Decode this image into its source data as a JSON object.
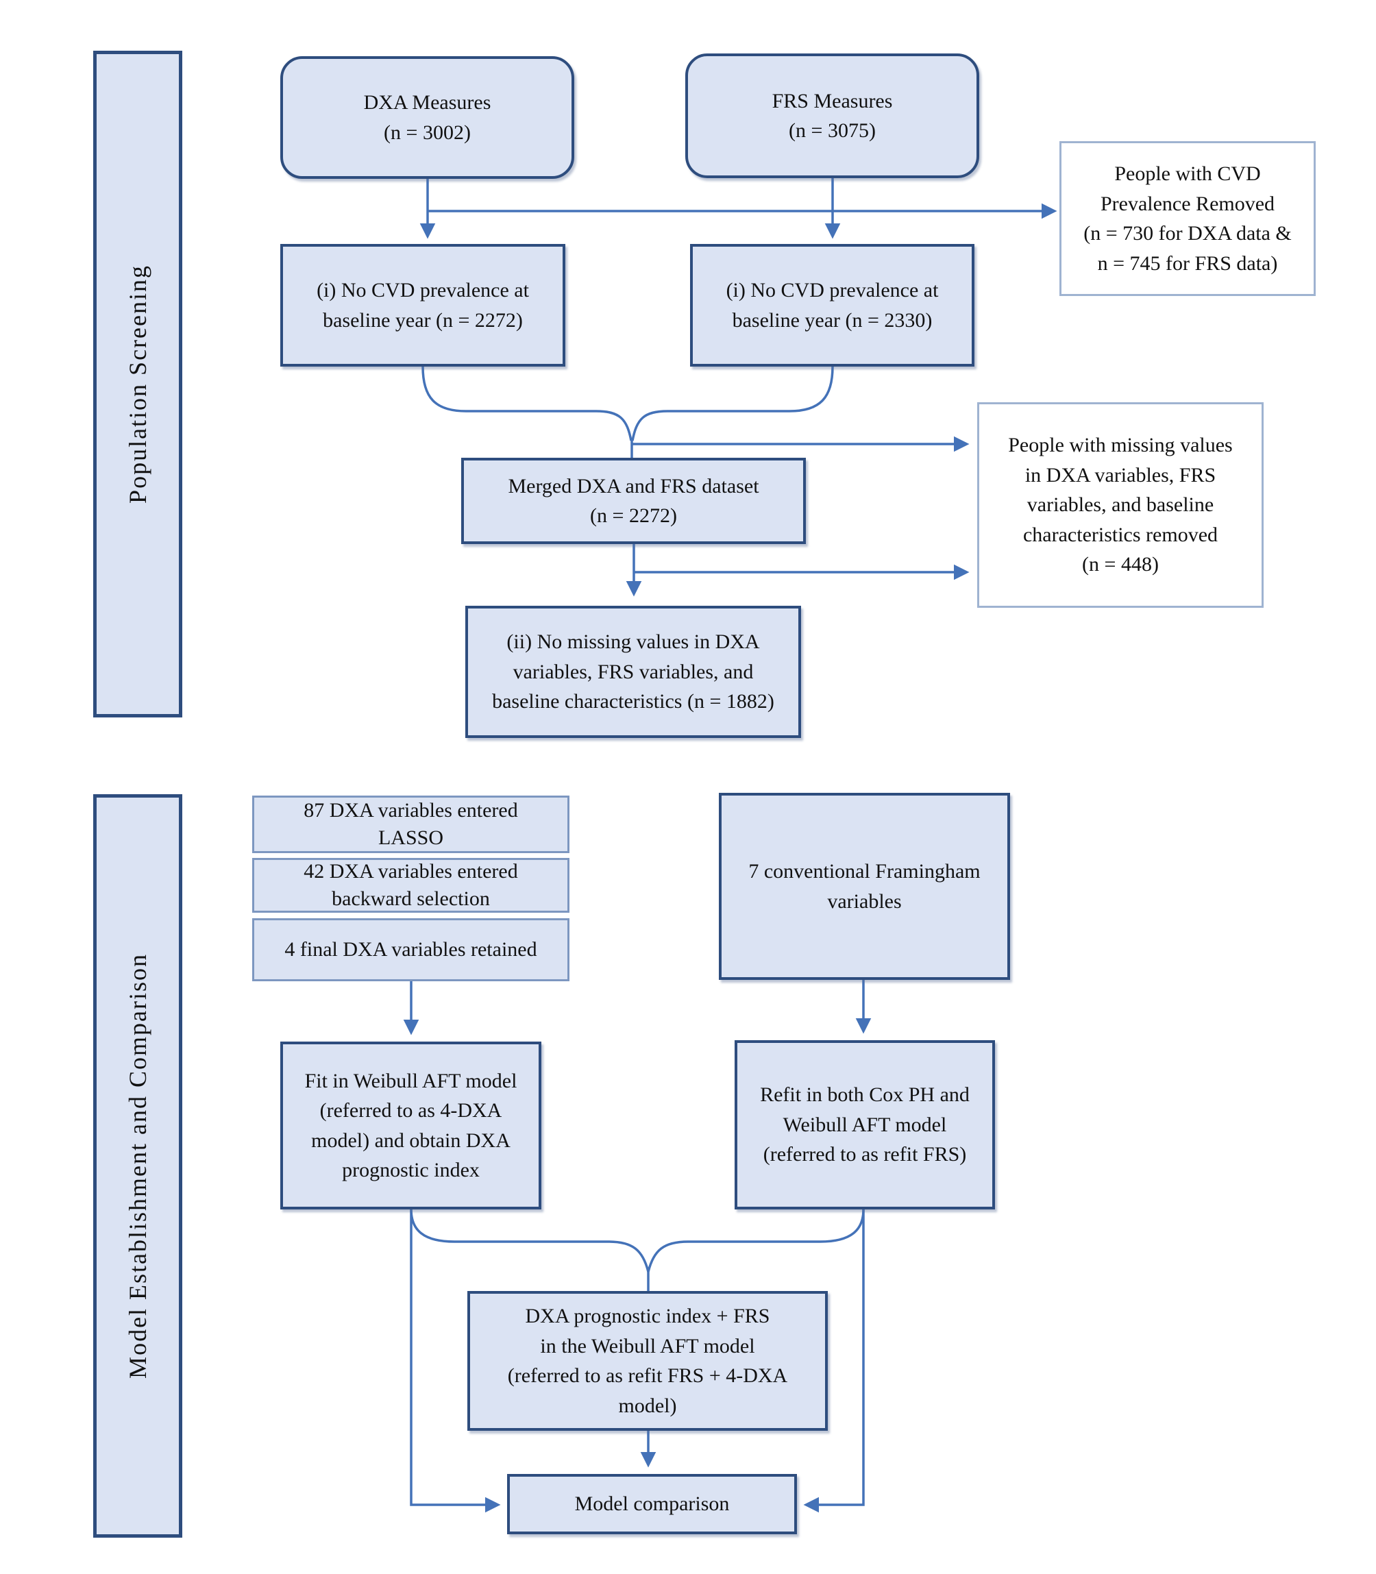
{
  "palette": {
    "box_fill": "#dbe3f3",
    "border_dark": "#2e4d7e",
    "border_light": "#9fb3d1",
    "border_mid": "#7d97c0",
    "arrow_color": "#4472b8",
    "text_color": "#111111",
    "background": "#ffffff"
  },
  "sections": {
    "population_screening": {
      "label": "Population Screening"
    },
    "model_establishment": {
      "label": "Model Establishment and Comparison"
    }
  },
  "nodes": {
    "dxa_measures": {
      "lines": [
        "DXA Measures",
        "(n = 3002)"
      ]
    },
    "frs_measures": {
      "lines": [
        "FRS Measures",
        "(n = 3075)"
      ]
    },
    "cvd_removed": {
      "lines": [
        "People with CVD",
        "Prevalence Removed",
        "(n = 730 for DXA data &",
        "n = 745 for FRS data)"
      ]
    },
    "no_cvd_dxa": {
      "lines": [
        "(i) No CVD prevalence at",
        "baseline year (n = 2272)"
      ]
    },
    "no_cvd_frs": {
      "lines": [
        "(i) No CVD prevalence at",
        "baseline year (n = 2330)"
      ]
    },
    "merged_dataset": {
      "lines": [
        "Merged DXA and FRS dataset",
        "(n = 2272)"
      ]
    },
    "missing_removed": {
      "lines": [
        "People with missing values",
        "in DXA variables, FRS",
        "variables, and baseline",
        "characteristics removed",
        "(n = 448)"
      ]
    },
    "no_missing": {
      "lines": [
        "(ii) No missing values in DXA",
        "variables, FRS variables, and",
        "baseline characteristics (n = 1882)"
      ]
    },
    "lasso": {
      "lines": [
        "87 DXA variables entered",
        "LASSO"
      ]
    },
    "backward_selection": {
      "lines": [
        "42 DXA variables entered",
        "backward selection"
      ]
    },
    "retained": {
      "lines": [
        "4 final DXA variables retained"
      ]
    },
    "framingham": {
      "lines": [
        "7 conventional Framingham",
        "variables"
      ]
    },
    "fit_weibull": {
      "lines": [
        "Fit in Weibull AFT model",
        "(referred to as 4-DXA",
        "model) and obtain DXA",
        "prognostic index"
      ]
    },
    "refit_cox": {
      "lines": [
        "Refit in both Cox PH and",
        "Weibull AFT model",
        "(referred to as refit FRS)"
      ]
    },
    "combined_model": {
      "lines": [
        "DXA prognostic index + FRS",
        "in the Weibull AFT model",
        "(referred to as refit FRS + 4-DXA",
        "model)"
      ]
    },
    "model_comparison": {
      "lines": [
        "Model comparison"
      ]
    }
  }
}
